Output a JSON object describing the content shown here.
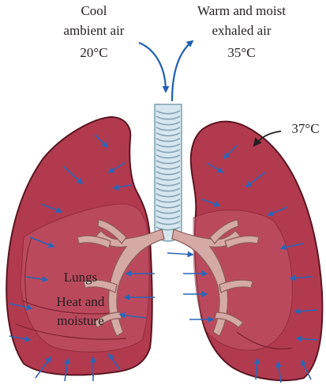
{
  "labels": {
    "inhale_line1": "Cool",
    "inhale_line2": "ambient air",
    "inhale_temp": "20°C",
    "exhale_line1": "Warm and moist",
    "exhale_line2": "exhaled air",
    "exhale_temp": "35°C",
    "body_temp": "37°C",
    "lungs": "Lungs",
    "heat_line1": "Heat and",
    "heat_line2": "moisture"
  },
  "colors": {
    "lung_fill": "#b23a4f",
    "lung_fill_dark": "#8e2a3e",
    "lung_lobe": "#c4566a",
    "lung_outline": "#5a1622",
    "trachea": "#d6e6ee",
    "trachea_ring": "#7d9fb1",
    "bronchi": "#d4a9a6",
    "bronchi_outline": "#8c5a5a",
    "arrow": "#2a66b8",
    "text": "#231f20"
  },
  "icons": {
    "inhale": "curved-arrow-down-icon",
    "exhale": "curved-arrow-up-icon",
    "body_temp_pointer": "curved-arrow-icon"
  }
}
